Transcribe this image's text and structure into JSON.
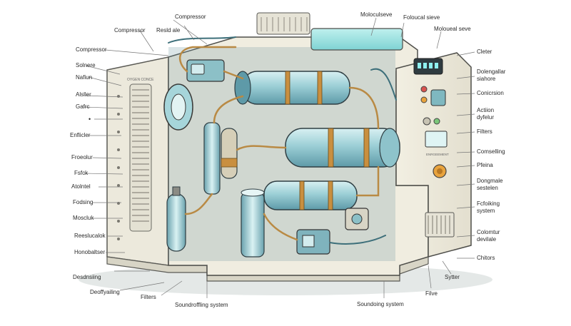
{
  "diagram": {
    "device_brand": "OYGEN CONCE",
    "panel_tag": "ENRGEEMENT",
    "labels": {
      "left": [
        "Compressor",
        "Solnere",
        "Nafiun",
        "Alsller",
        "Gafrc",
        "",
        "Enflicler",
        "Froeolur",
        "Fsfck",
        "Atolntel",
        "Fodsing",
        "Moscluk",
        "Reeslucalok",
        "Honobaltser"
      ],
      "top": [
        "Compressor",
        "Resld ale",
        "Compressor",
        "Moloculseve",
        "Foloucal sieve",
        "Moloueal seve"
      ],
      "right": [
        "Cleter",
        "Dolengallar\nsiahore",
        "Conicrsion",
        "Actiion\ndyfelur",
        "Filters",
        "Comselling",
        "Pfeina",
        "Dongmale\nsestelen",
        "Fcfoiking\nsystem",
        "Colomtur\ndevilale",
        "Chitors"
      ],
      "bottom": [
        "Desdnsiing",
        "Deoffyailing",
        "Filters",
        "Soundroffling system",
        "Soundoing system",
        "Filve",
        "Sytter"
      ]
    }
  }
}
